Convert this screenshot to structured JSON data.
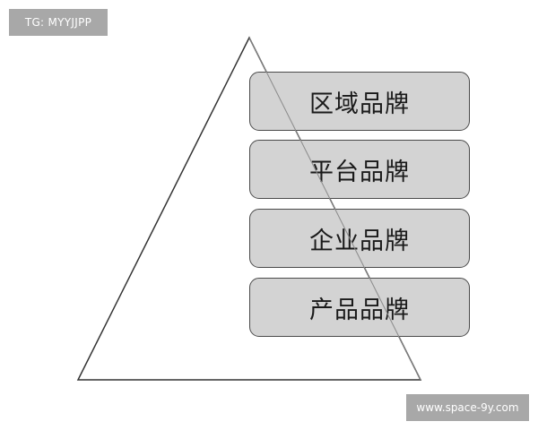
{
  "watermarks": {
    "top_left": "TG: MYYJJPP",
    "bottom_right": "www.space-9y.com"
  },
  "diagram": {
    "type": "pyramid",
    "shape": "triangle",
    "colors": {
      "box_fill": "#d3d3d3",
      "box_border": "#4a4a4a",
      "triangle_stroke": "#333333",
      "watermark_bg": "#a8a8a8"
    },
    "levels": [
      {
        "label": "区域品牌"
      },
      {
        "label": "平台品牌"
      },
      {
        "label": "企业品牌"
      },
      {
        "label": "产品品牌"
      }
    ]
  }
}
